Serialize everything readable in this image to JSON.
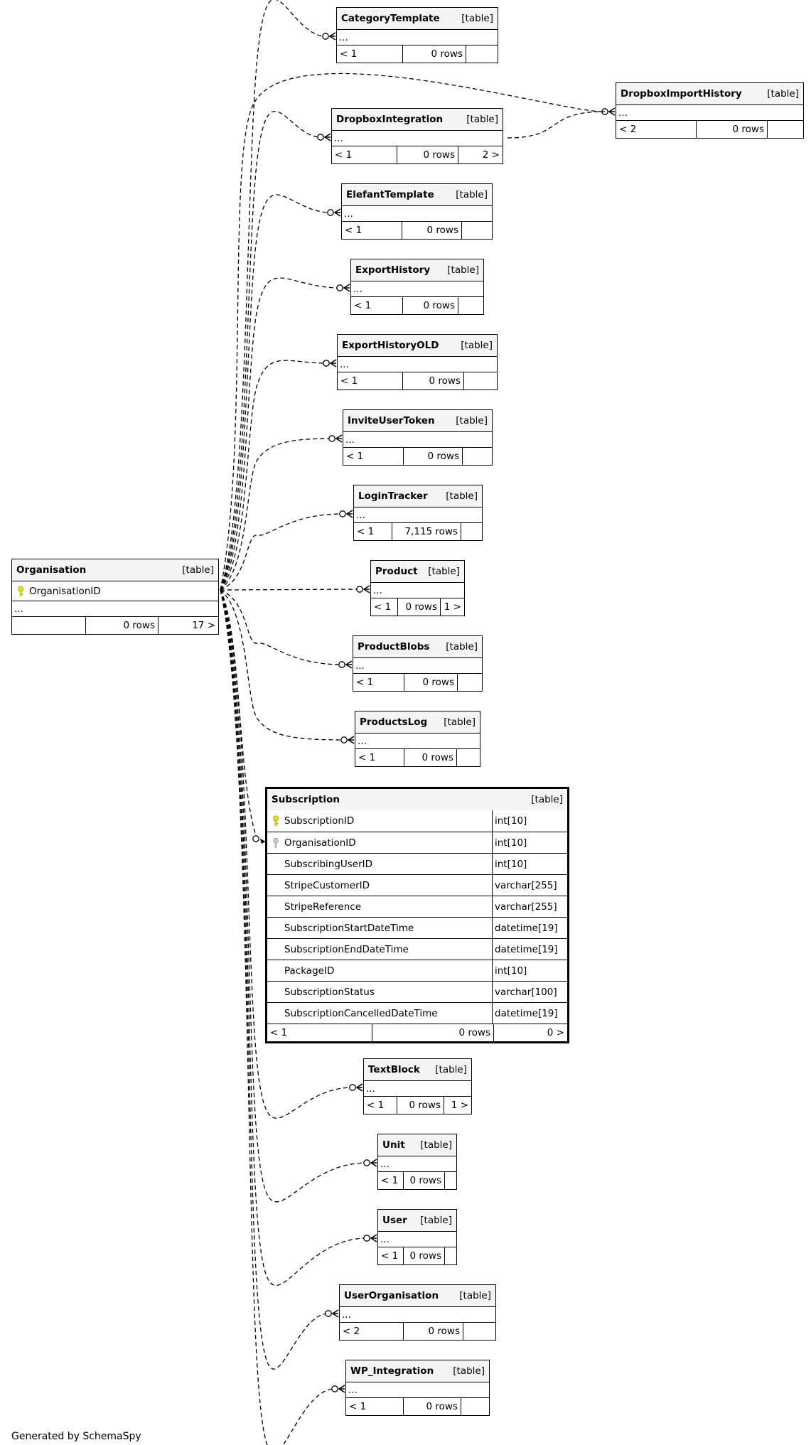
{
  "footer": "Generated by SchemaSpy",
  "tables": {
    "category_template": {
      "name": "CategoryTemplate",
      "type": "[table]",
      "dots": "...",
      "parents": "< 1",
      "rows": "0 rows",
      "children": ""
    },
    "dropbox_import_history": {
      "name": "DropboxImportHistory",
      "type": "[table]",
      "dots": "...",
      "parents": "< 2",
      "rows": "0 rows",
      "children": ""
    },
    "dropbox_integration": {
      "name": "DropboxIntegration",
      "type": "[table]",
      "dots": "...",
      "parents": "< 1",
      "rows": "0 rows",
      "children": "2 >"
    },
    "elefant_template": {
      "name": "ElefantTemplate",
      "type": "[table]",
      "dots": "...",
      "parents": "< 1",
      "rows": "0 rows",
      "children": ""
    },
    "export_history": {
      "name": "ExportHistory",
      "type": "[table]",
      "dots": "...",
      "parents": "< 1",
      "rows": "0 rows",
      "children": ""
    },
    "export_history_old": {
      "name": "ExportHistoryOLD",
      "type": "[table]",
      "dots": "...",
      "parents": "< 1",
      "rows": "0 rows",
      "children": ""
    },
    "invite_user_token": {
      "name": "InviteUserToken",
      "type": "[table]",
      "dots": "...",
      "parents": "< 1",
      "rows": "0 rows",
      "children": ""
    },
    "login_tracker": {
      "name": "LoginTracker",
      "type": "[table]",
      "dots": "...",
      "parents": "< 1",
      "rows": "7,115 rows",
      "children": ""
    },
    "product": {
      "name": "Product",
      "type": "[table]",
      "dots": "...",
      "parents": "< 1",
      "rows": "0 rows",
      "children": "1 >"
    },
    "product_blobs": {
      "name": "ProductBlobs",
      "type": "[table]",
      "dots": "...",
      "parents": "< 1",
      "rows": "0 rows",
      "children": ""
    },
    "products_log": {
      "name": "ProductsLog",
      "type": "[table]",
      "dots": "...",
      "parents": "< 1",
      "rows": "0 rows",
      "children": ""
    },
    "text_block": {
      "name": "TextBlock",
      "type": "[table]",
      "dots": "...",
      "parents": "< 1",
      "rows": "0 rows",
      "children": "1 >"
    },
    "unit": {
      "name": "Unit",
      "type": "[table]",
      "dots": "...",
      "parents": "< 1",
      "rows": "0 rows",
      "children": ""
    },
    "user": {
      "name": "User",
      "type": "[table]",
      "dots": "...",
      "parents": "< 1",
      "rows": "0 rows",
      "children": ""
    },
    "user_organisation": {
      "name": "UserOrganisation",
      "type": "[table]",
      "dots": "...",
      "parents": "< 2",
      "rows": "0 rows",
      "children": ""
    },
    "wp_integration": {
      "name": "WP_Integration",
      "type": "[table]",
      "dots": "...",
      "parents": "< 1",
      "rows": "0 rows",
      "children": ""
    },
    "organisation": {
      "name": "Organisation",
      "type": "[table]",
      "pk_column": "OrganisationID",
      "dots": "...",
      "parents": "",
      "rows": "0 rows",
      "children": "17 >"
    },
    "subscription": {
      "name": "Subscription",
      "type": "[table]",
      "columns": [
        {
          "name": "SubscriptionID",
          "type": "int[10]",
          "key": "primary"
        },
        {
          "name": "OrganisationID",
          "type": "int[10]",
          "key": "foreign"
        },
        {
          "name": "SubscribingUserID",
          "type": "int[10]",
          "key": ""
        },
        {
          "name": "StripeCustomerID",
          "type": "varchar[255]",
          "key": ""
        },
        {
          "name": "StripeReference",
          "type": "varchar[255]",
          "key": ""
        },
        {
          "name": "SubscriptionStartDateTime",
          "type": "datetime[19]",
          "key": ""
        },
        {
          "name": "SubscriptionEndDateTime",
          "type": "datetime[19]",
          "key": ""
        },
        {
          "name": "PackageID",
          "type": "int[10]",
          "key": ""
        },
        {
          "name": "SubscriptionStatus",
          "type": "varchar[100]",
          "key": ""
        },
        {
          "name": "SubscriptionCancelledDateTime",
          "type": "datetime[19]",
          "key": ""
        }
      ],
      "parents": "< 1",
      "rows": "0 rows",
      "children": "0 >"
    }
  },
  "colors": {
    "primary_key": "#e6e60a",
    "foreign_key": "#9a9a9a",
    "header_bg": "#f4f4f4"
  }
}
